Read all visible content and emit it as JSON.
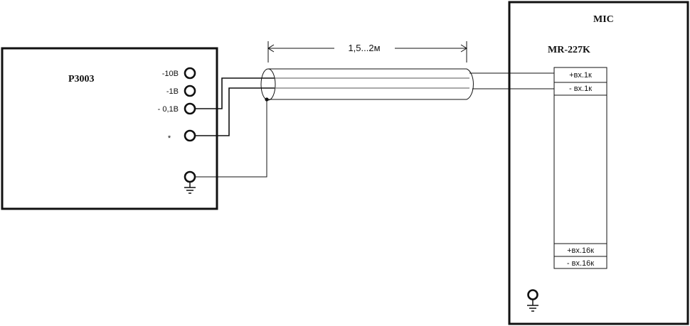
{
  "left_device": {
    "name": "P3003",
    "terminals": [
      {
        "label": "-10В"
      },
      {
        "label": "-1В"
      },
      {
        "label": "- 0,1В"
      },
      {
        "label": "*"
      }
    ],
    "ground_symbol": "ground-icon"
  },
  "cable": {
    "length_label": "1,5...2м"
  },
  "right_device": {
    "header": "MIC",
    "model": "MR-227K",
    "inputs_top": [
      {
        "label": "+вх.1к"
      },
      {
        "label": "- вх.1к"
      }
    ],
    "inputs_bottom": [
      {
        "label": "+вх.16к"
      },
      {
        "label": "- вх.16к"
      }
    ],
    "ground_symbol": "ground-icon"
  }
}
